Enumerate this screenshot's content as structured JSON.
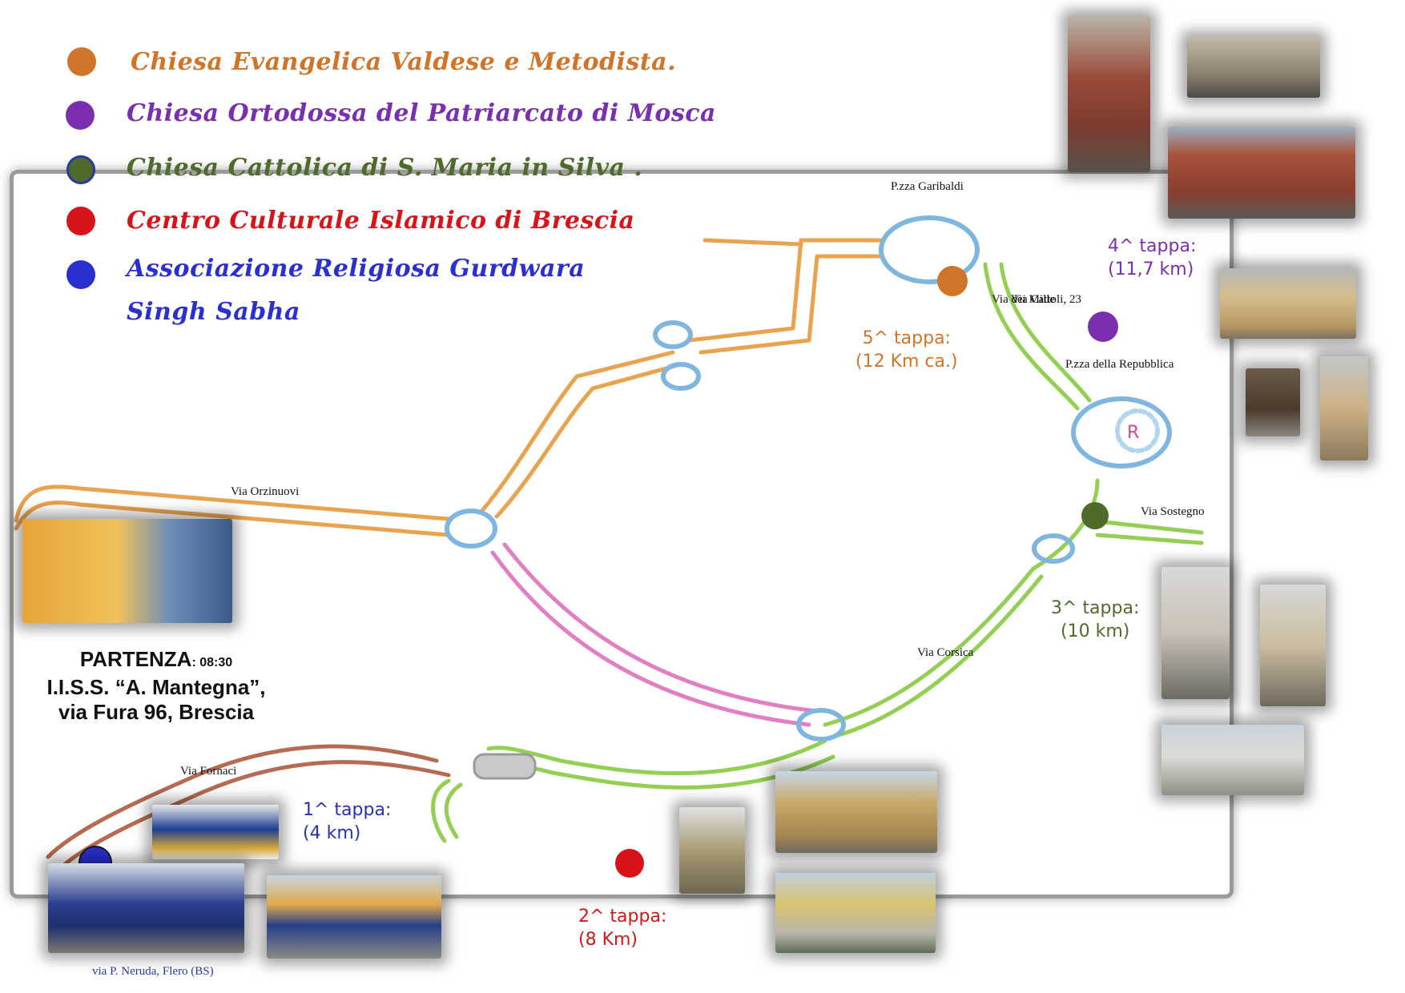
{
  "legend": [
    {
      "label": "Chiesa Evangelica Valdese e Metodista.",
      "color": "#d0742a"
    },
    {
      "label": "Chiesa Ortodossa del Patriarcato di Mosca",
      "color": "#7a2fb0"
    },
    {
      "label": "Chiesa Cattolica di S. Maria in Silva .",
      "color": "#4f6b2c"
    },
    {
      "label": "Centro Culturale Islamico di Brescia",
      "color": "#d7141a"
    },
    {
      "label": "Associazione Religiosa Gurdwara",
      "label_line2": "Singh Sabha",
      "color": "#2a2fd0"
    }
  ],
  "streets": {
    "garibaldi": "P.zza Garibaldi",
    "mille": "Via dei Mille",
    "cattoli": "Via Cattoli, 23",
    "repubblica": "P.zza della Repubblica",
    "orzinuovi": "Via Orzinuovi",
    "sostegno": "Via Sostegno",
    "corsica": "Via Corsica",
    "fornaci": "Via Fornaci"
  },
  "stages": {
    "s1": {
      "title": "1^ tappa:",
      "distance": "(4 km)",
      "color": "#2a2fb0"
    },
    "s2": {
      "title": "2^ tappa:",
      "distance": "(8 Km)",
      "color": "#cc1a1a"
    },
    "s3": {
      "title": "3^ tappa:",
      "distance": "(10 km)",
      "color": "#4f6b2c"
    },
    "s4": {
      "title": "4^ tappa:",
      "distance": "(11,7 km)",
      "color": "#7a2fb0"
    },
    "s5": {
      "title": "5^ tappa:",
      "distance": "(12 Km ca.)",
      "color": "#d0742a"
    }
  },
  "departure": {
    "label": "PARTENZA",
    "time": ": 08:30",
    "school": "I.I.S.S. “A. Mantegna”,",
    "address": "via Fura 96, Brescia"
  },
  "footer_address": "via P. Neruda, Flero (BS)",
  "route_colors": {
    "orange": "#e9a24e",
    "blue": "#7fb6e0",
    "pink": "#e07fc4",
    "green": "#93cf52",
    "brown": "#b56a52"
  }
}
